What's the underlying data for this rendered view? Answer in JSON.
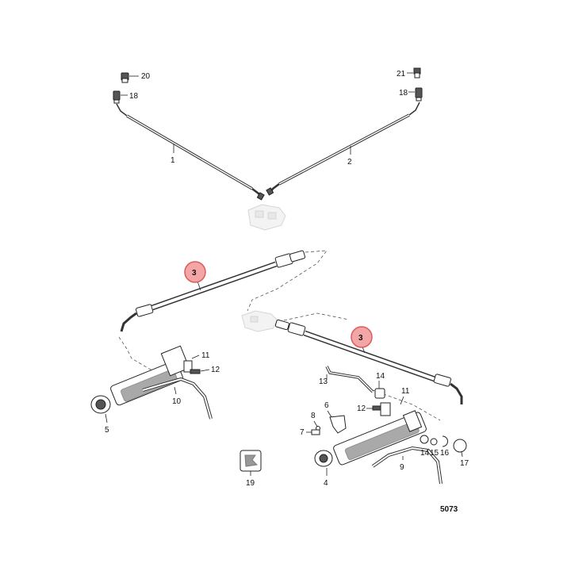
{
  "diagram": {
    "figure_number": "5073",
    "highlight_color": "#f4a6a6",
    "highlight_stroke": "#d85c5c",
    "labels": {
      "p1": "1",
      "p2": "2",
      "p3a": "3",
      "p3b": "3",
      "p4": "4",
      "p5": "5",
      "p6": "6",
      "p7": "7",
      "p8": "8",
      "p9": "9",
      "p10": "10",
      "p11a": "11",
      "p11b": "11",
      "p12a": "12",
      "p12b": "12",
      "p13": "13",
      "p14a": "14",
      "p14b": "14",
      "p15": "15",
      "p16": "16",
      "p17": "17",
      "p18a": "18",
      "p18b": "18",
      "p19": "19",
      "p20": "20",
      "p21": "21"
    }
  }
}
